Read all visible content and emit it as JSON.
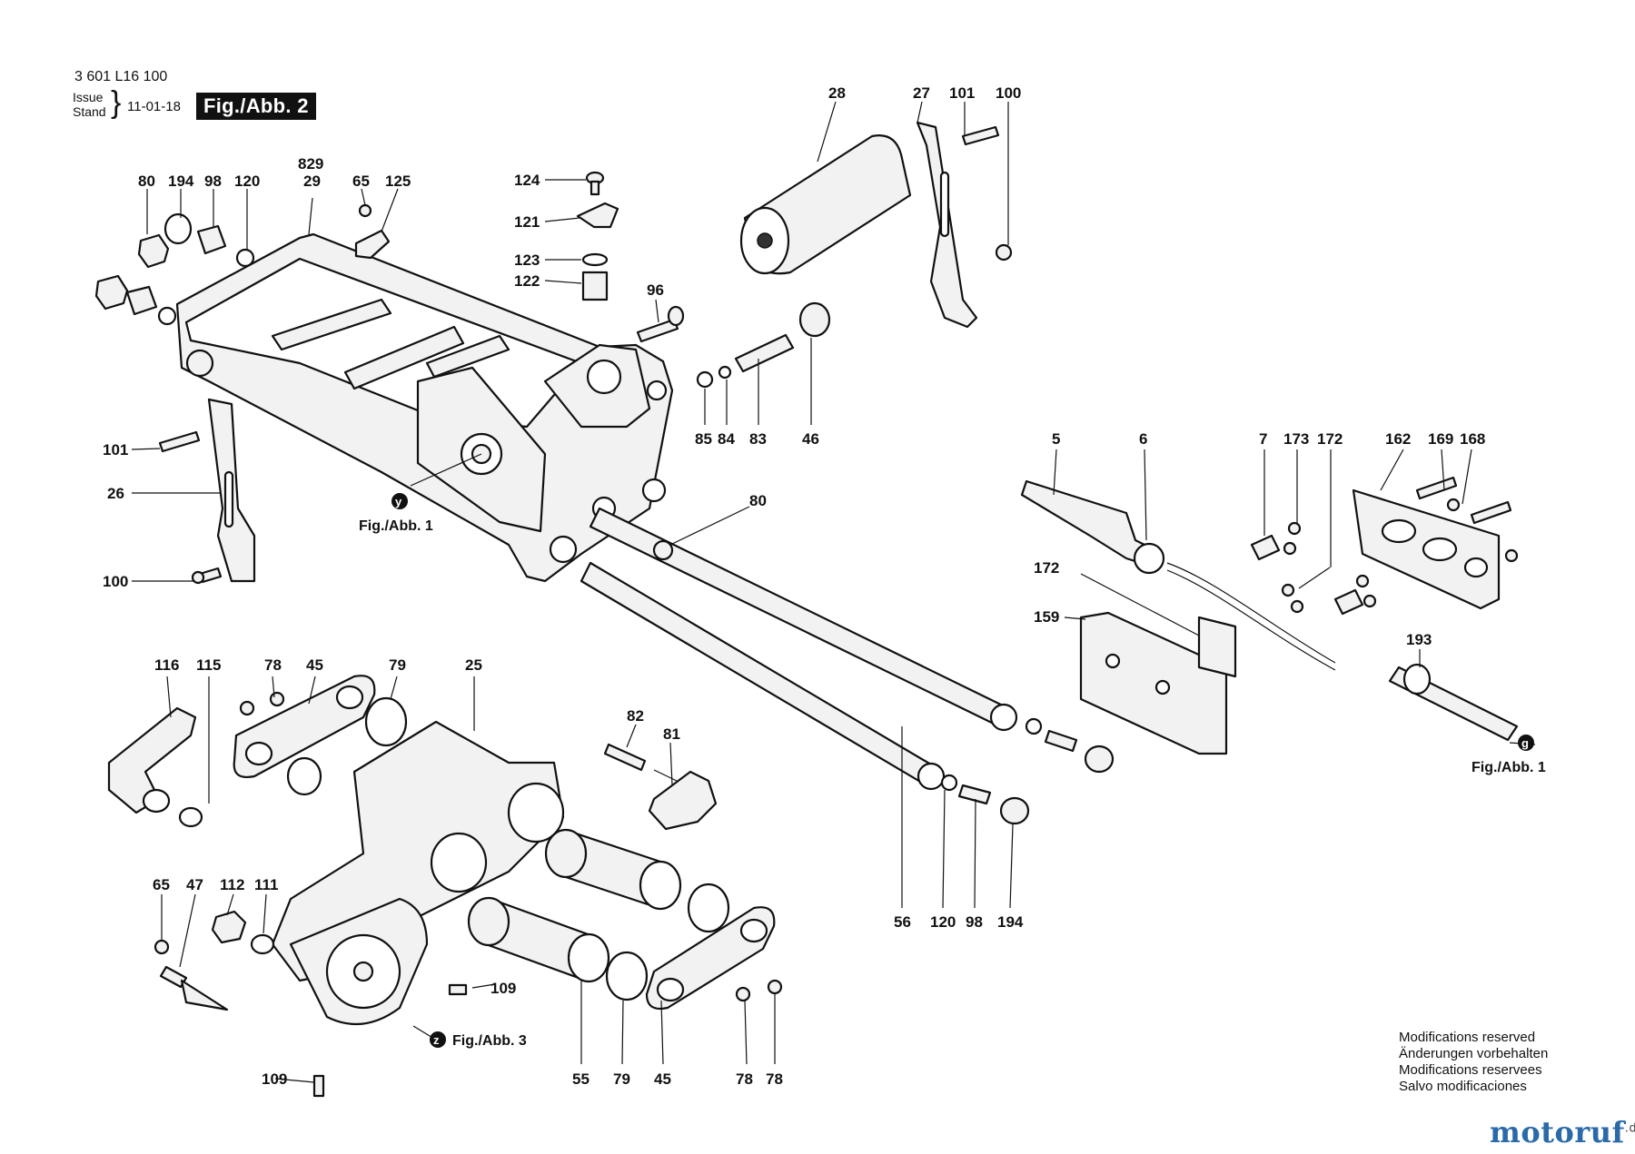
{
  "header": {
    "part_number": "3 601 L16 100",
    "issue_label": "Issue",
    "stand_label": "Stand",
    "brace": "}",
    "date": "11-01-18",
    "figure_title": "Fig./Abb. 2"
  },
  "callouts": {
    "c28": "28",
    "c27": "27",
    "c101_top": "101",
    "c100_top": "100",
    "c80_l": "80",
    "c194_l": "194",
    "c98_l": "98",
    "c120_l": "120",
    "c829": "829",
    "c29": "29",
    "c65_t": "65",
    "c125": "125",
    "c124": "124",
    "c121": "121",
    "c123": "123",
    "c122": "122",
    "c96": "96",
    "c85": "85",
    "c84": "84",
    "c83": "83",
    "c46": "46",
    "c101_l": "101",
    "c26": "26",
    "c100_l": "100",
    "c80_m": "80",
    "c5": "5",
    "c6": "6",
    "c7": "7",
    "c173": "173",
    "c172_t": "172",
    "c162": "162",
    "c169": "169",
    "c168": "168",
    "c172_l": "172",
    "c159": "159",
    "c193": "193",
    "c116": "116",
    "c115": "115",
    "c78_t": "78",
    "c45_t": "45",
    "c79_t": "79",
    "c25": "25",
    "c82": "82",
    "c81": "81",
    "c65_b": "65",
    "c47": "47",
    "c112": "112",
    "c111": "111",
    "c109_m": "109",
    "c56": "56",
    "c120_b": "120",
    "c98_b": "98",
    "c194_b": "194",
    "c109_b": "109",
    "c55": "55",
    "c79_b": "79",
    "c45_b": "45",
    "c78_b1": "78",
    "c78_b2": "78"
  },
  "references": {
    "y_letter": "y",
    "y_text": "Fig./Abb. 1",
    "g_letter": "g",
    "g_text": "Fig./Abb. 1",
    "z_letter": "z",
    "z_text": "Fig./Abb. 3"
  },
  "notes": {
    "line1": "Modifications reserved",
    "line2": "Änderungen vorbehalten",
    "line3": "Modifications reservees",
    "line4": "Salvo modificaciones"
  },
  "watermark": {
    "brand": "motoruf",
    "suffix": ".de"
  }
}
